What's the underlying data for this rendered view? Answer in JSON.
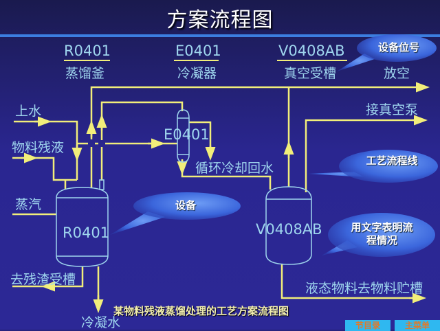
{
  "title": "方案流程图",
  "equipment_labels": [
    {
      "code": "R0401",
      "name": "蒸馏釜"
    },
    {
      "code": "E0401",
      "name": "冷凝器"
    },
    {
      "code": "V0408AB",
      "name": "真空受槽"
    }
  ],
  "stream_labels": {
    "vent": "放空",
    "water_in": "上水",
    "residue_feed": "物料残液",
    "steam": "蒸汽",
    "to_residue_tank": "去残渣受槽",
    "condensate": "冷凝水",
    "cooling_return": "循环冷却回水",
    "to_vacuum_pump": "接真空泵",
    "liquid_to_storage": "液态物料去物料贮槽"
  },
  "vessel_tags": {
    "reactor": "R0401",
    "condenser": "E0401",
    "receiver": "V0408AB"
  },
  "callouts": {
    "equipment_tag": "设备位号",
    "equipment": "设备",
    "process_line": "工艺流程线",
    "text_desc": "用文字表明流程情况"
  },
  "caption": "某物料残液蒸馏处理的工艺方案流程图",
  "nav": {
    "section_index": "节目录",
    "main_menu": "主菜单"
  },
  "colors": {
    "line": "#f2ee7a",
    "equipment": "#9fd6ee",
    "callout": "#3f6fe0",
    "accent": "#3c7ee0"
  }
}
